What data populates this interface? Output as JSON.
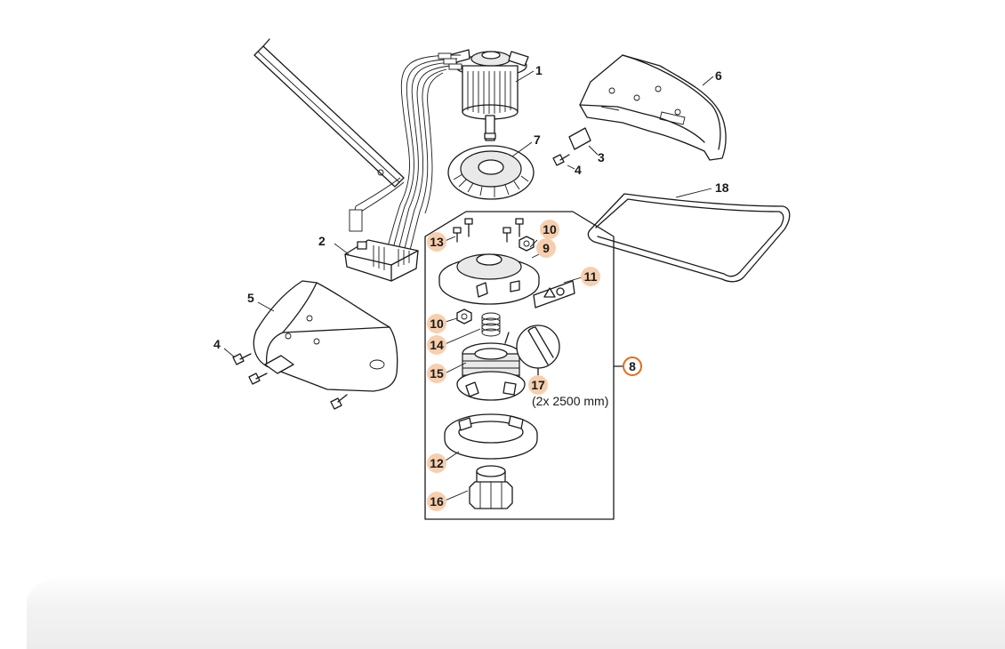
{
  "diagram": {
    "part_labels": [
      {
        "id": "1",
        "text": "1"
      },
      {
        "id": "2",
        "text": "2"
      },
      {
        "id": "3",
        "text": "3"
      },
      {
        "id": "4a",
        "text": "4"
      },
      {
        "id": "4b",
        "text": "4"
      },
      {
        "id": "5",
        "text": "5"
      },
      {
        "id": "6",
        "text": "6"
      },
      {
        "id": "7",
        "text": "7"
      },
      {
        "id": "18",
        "text": "18"
      }
    ],
    "highlighted_labels": [
      {
        "id": "9",
        "text": "9"
      },
      {
        "id": "10a",
        "text": "10"
      },
      {
        "id": "10b",
        "text": "10"
      },
      {
        "id": "11",
        "text": "11"
      },
      {
        "id": "12",
        "text": "12"
      },
      {
        "id": "13",
        "text": "13"
      },
      {
        "id": "14",
        "text": "14"
      },
      {
        "id": "15",
        "text": "15"
      },
      {
        "id": "16",
        "text": "16"
      },
      {
        "id": "17",
        "text": "17"
      }
    ],
    "assembly_label": "8",
    "line_spec": "(2x 2500 mm)",
    "colors": {
      "highlight_fill": "#f7cfae",
      "assembly_ring": "#e46a1c",
      "line": "#1a1a1a"
    }
  }
}
